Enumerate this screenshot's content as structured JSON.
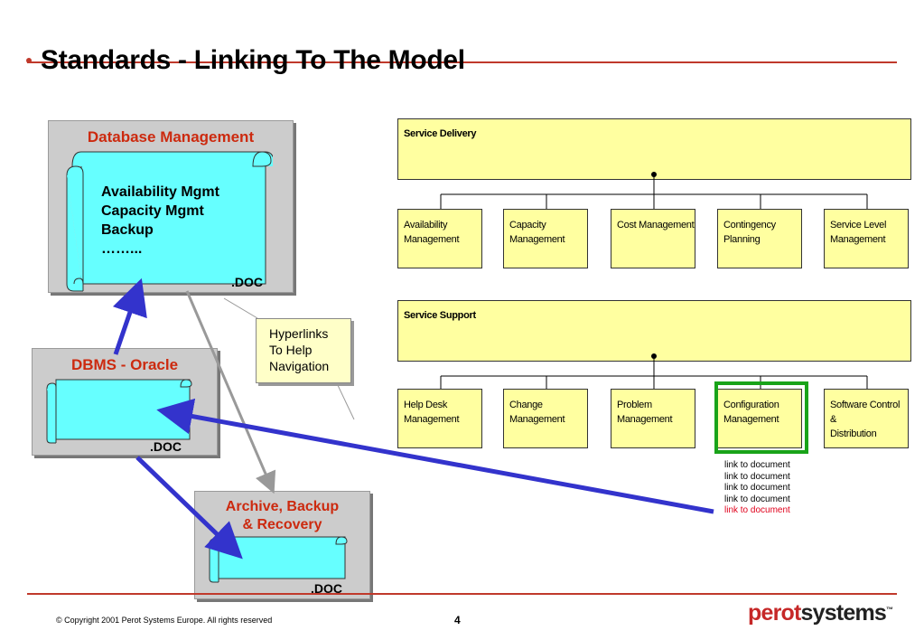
{
  "title": "Standards - Linking To The Model",
  "panels": {
    "database": {
      "title": "Database Management",
      "items": [
        "Availability Mgmt",
        "Capacity Mgmt",
        "Backup",
        "……..."
      ],
      "doc": ".DOC"
    },
    "dbms": {
      "title": "DBMS - Oracle",
      "doc": ".DOC"
    },
    "archive": {
      "title_line1": "Archive, Backup",
      "title_line2": "& Recovery",
      "doc": ".DOC"
    }
  },
  "callout": {
    "lines": [
      "Hyperlinks",
      "To Help",
      "Navigation"
    ]
  },
  "service_delivery": {
    "title": "Service Delivery",
    "boxes": [
      [
        "Availability",
        "Management"
      ],
      [
        "Capacity",
        "Management"
      ],
      [
        "Cost Management",
        ""
      ],
      [
        "Contingency",
        "Planning"
      ],
      [
        "Service Level",
        "Management"
      ]
    ]
  },
  "service_support": {
    "title": "Service Support",
    "boxes": [
      [
        "Help Desk",
        "Management"
      ],
      [
        "Change",
        "Management"
      ],
      [
        "Problem",
        "Management"
      ],
      [
        "Configuration",
        "Management"
      ],
      [
        "Software Control &",
        "Distribution"
      ]
    ]
  },
  "links": [
    "link to document",
    "link to document",
    "link to document",
    "link to document",
    "link to document"
  ],
  "colors": {
    "accent_red": "#cc2a0f",
    "highlight_green": "#19a319",
    "arrow_blue": "#3333cc",
    "box_yellow": "#ffffa0",
    "scroll_cyan": "#66ffff"
  },
  "footer": {
    "copyright": "©  Copyright 2001 Perot Systems Europe.  All rights reserved",
    "page": "4",
    "logo_part1": "perot",
    "logo_part2": "systems",
    "logo_tm": "™"
  }
}
